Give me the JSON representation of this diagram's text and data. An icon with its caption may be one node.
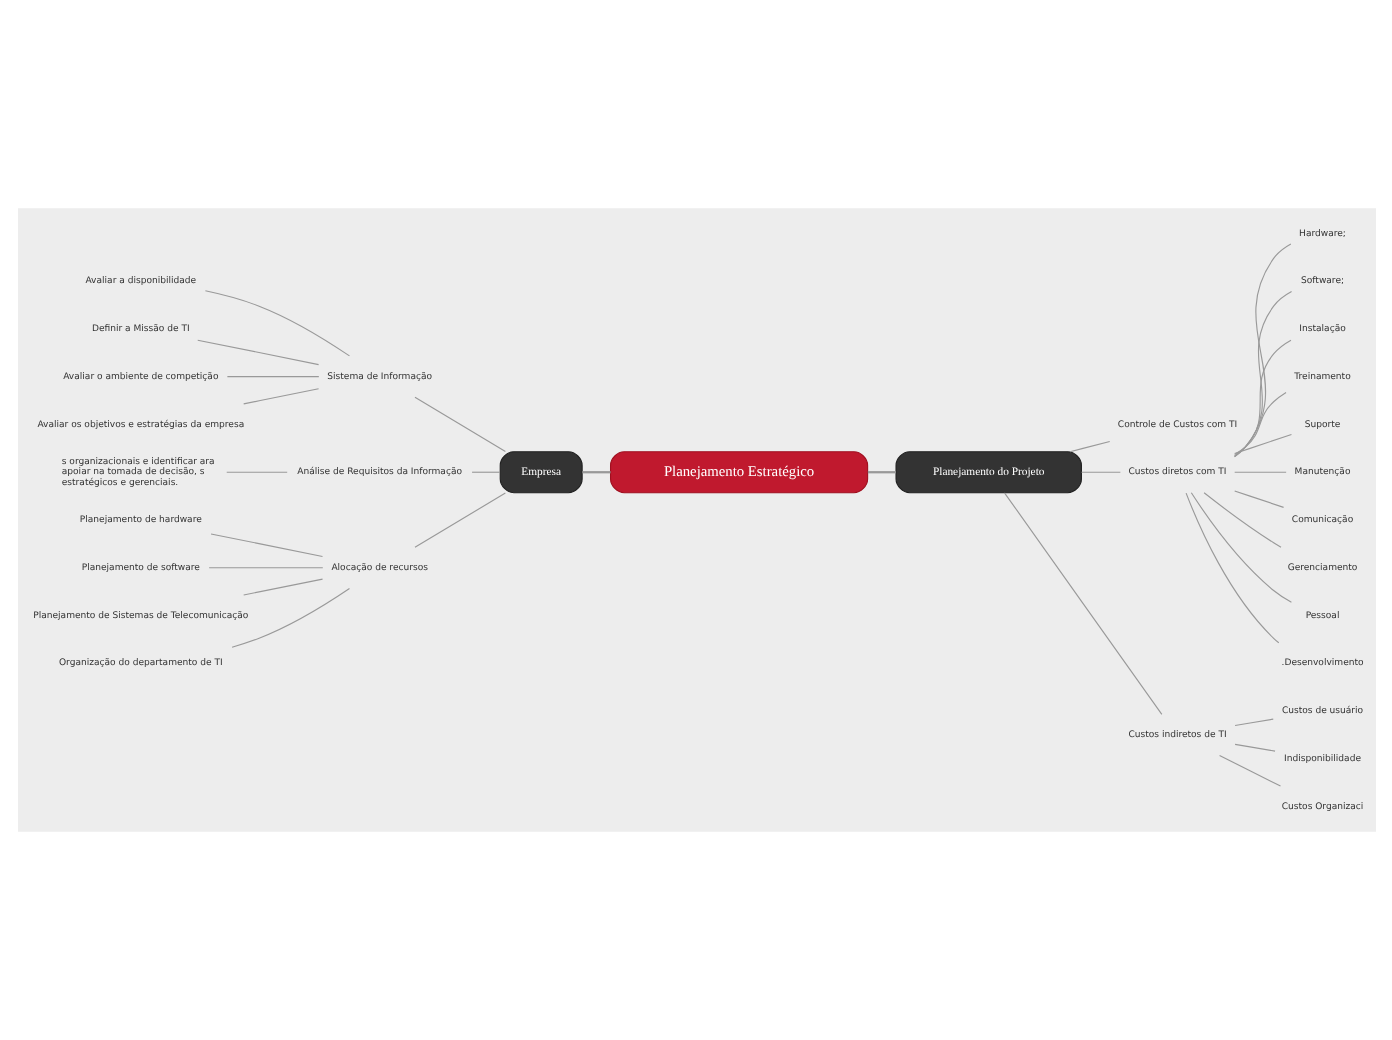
{
  "diagram": {
    "nodes": [
      {
        "text": [
          "Planejamento Estratégico"
        ]
      },
      {
        "text": [
          "Empresa"
        ]
      },
      {
        "text": [
          "Sistema de Informação"
        ]
      },
      {
        "text": [
          "Avaliar a disponibilidade"
        ]
      },
      {
        "text": [
          "Definir a Missão de TI"
        ]
      },
      {
        "text": [
          "Avaliar o ambiente de competição"
        ]
      },
      {
        "text": [
          "Avaliar os objetivos e estratégias da empresa"
        ]
      },
      {
        "text": [
          "Análise de Requisitos da Informação"
        ]
      },
      {
        "text": [
          "s organizacionais e identificar ara apoiar na tomada de decisão, s estratégicos e gerenciais."
        ]
      },
      {
        "text": [
          "Alocação de recursos"
        ]
      },
      {
        "text": [
          "Planejamento de hardware"
        ]
      },
      {
        "text": [
          "Planejamento de software"
        ]
      },
      {
        "text": [
          "Planejamento de Sistemas de Telecomunicação"
        ]
      },
      {
        "text": [
          "Organização do departamento de TI"
        ]
      },
      {
        "text": [
          "Planejamento do Projeto"
        ]
      },
      {
        "text": [
          "Controle de Custos com TI"
        ]
      },
      {
        "text": [
          "Custos diretos com TI"
        ]
      },
      {
        "text": [
          "Hardware;"
        ]
      },
      {
        "text": [
          "Software;"
        ]
      },
      {
        "text": [
          "Instalação"
        ]
      },
      {
        "text": [
          "Treinamento"
        ]
      },
      {
        "text": [
          "Suporte"
        ]
      },
      {
        "text": [
          "Manutenção"
        ]
      },
      {
        "text": [
          "Comunicação"
        ]
      },
      {
        "text": [
          "Gerenciamento"
        ]
      },
      {
        "text": [
          "Pessoal"
        ]
      },
      {
        "text": [
          ".Desenvolvimento"
        ]
      },
      {
        "text": [
          "Custos indiretos de TI"
        ]
      },
      {
        "text": [
          "Custos de usuário"
        ]
      },
      {
        "text": [
          "Indisponibilidade"
        ]
      },
      {
        "text": [
          "Custos Organizaci"
        ]
      }
    ],
    "edges": [
      {
        "from": 0,
        "to": 1,
        "arrow": "none"
      },
      {
        "from": 1,
        "to": 2,
        "arrow": "none"
      },
      {
        "from": 2,
        "to": 3,
        "arrow": "none"
      },
      {
        "from": 2,
        "to": 4,
        "arrow": "none"
      },
      {
        "from": 2,
        "to": 5,
        "arrow": "none"
      },
      {
        "from": 2,
        "to": 6,
        "arrow": "none"
      },
      {
        "from": 1,
        "to": 7,
        "arrow": "none"
      },
      {
        "from": 7,
        "to": 8,
        "arrow": "none"
      },
      {
        "from": 1,
        "to": 9,
        "arrow": "none"
      },
      {
        "from": 9,
        "to": 10,
        "arrow": "none"
      },
      {
        "from": 9,
        "to": 11,
        "arrow": "none"
      },
      {
        "from": 9,
        "to": 12,
        "arrow": "none"
      },
      {
        "from": 9,
        "to": 13,
        "arrow": "none"
      },
      {
        "from": 0,
        "to": 14,
        "arrow": "none"
      },
      {
        "from": 14,
        "to": 15,
        "arrow": "none"
      },
      {
        "from": 14,
        "to": 16,
        "arrow": "none"
      },
      {
        "from": 16,
        "to": 17,
        "arrow": "none"
      },
      {
        "from": 16,
        "to": 18,
        "arrow": "none"
      },
      {
        "from": 16,
        "to": 19,
        "arrow": "none"
      },
      {
        "from": 16,
        "to": 20,
        "arrow": "none"
      },
      {
        "from": 16,
        "to": 21,
        "arrow": "none"
      },
      {
        "from": 16,
        "to": 22,
        "arrow": "none"
      },
      {
        "from": 16,
        "to": 23,
        "arrow": "none"
      },
      {
        "from": 16,
        "to": 24,
        "arrow": "none"
      },
      {
        "from": 16,
        "to": 25,
        "arrow": "none"
      },
      {
        "from": 16,
        "to": 26,
        "arrow": "none"
      },
      {
        "from": 14,
        "to": 27,
        "arrow": "none"
      },
      {
        "from": 27,
        "to": 28,
        "arrow": "none"
      },
      {
        "from": 27,
        "to": 29,
        "arrow": "none"
      },
      {
        "from": 27,
        "to": 30,
        "arrow": "none"
      }
    ]
  }
}
